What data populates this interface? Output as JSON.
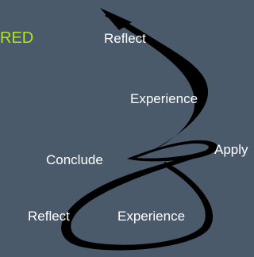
{
  "colors": {
    "background": "#4a5a6a",
    "spiral": "#000000",
    "label_text": "#ffffff",
    "accent_text": "#b6e31e"
  },
  "title_fragment": "RED",
  "labels": {
    "reflect_top": "Reflect",
    "experience_top": "Experience",
    "conclude": "Conclude",
    "apply": "Apply",
    "reflect_bottom": "Reflect",
    "experience_bottom": "Experience"
  }
}
